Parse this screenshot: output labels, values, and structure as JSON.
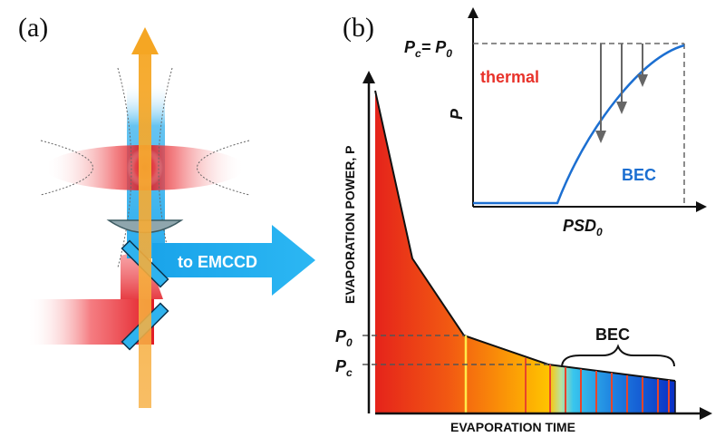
{
  "panel_a": {
    "label": "(a)",
    "arrow_text": "to EMCCD",
    "colors": {
      "probe_beam": "#f5a623",
      "blue_light": "#1aa7ec",
      "red_light": "#e8262b",
      "arrow": "#22aef0"
    }
  },
  "panel_b": {
    "label": "(b)",
    "y_axis_label": "EVAPORATION POWER, P",
    "x_axis_label": "EVAPORATION TIME",
    "p0_label": "P",
    "p0_sub": "0",
    "pc_label": "P",
    "pc_sub": "c",
    "bec_label": "BEC",
    "colors": {
      "ramp_hot": "#e5231b",
      "ramp_warm": "#ffb400",
      "ramp_cold": "#0a3ccf",
      "marker_yellow": "#ffe94a",
      "marker_red": "#e8452a"
    }
  },
  "inset": {
    "eq_label_p": "P",
    "eq_label_c": "c",
    "eq_equals": "= ",
    "eq_label_p2": "P",
    "eq_label_0": "0",
    "y_label": "P",
    "x_label": "PSD",
    "x_sub": "0",
    "thermal_label": "thermal",
    "bec_label": "BEC",
    "colors": {
      "thermal": "#e8322a",
      "bec": "#1c6fd1",
      "curve": "#1c6fd1"
    }
  }
}
